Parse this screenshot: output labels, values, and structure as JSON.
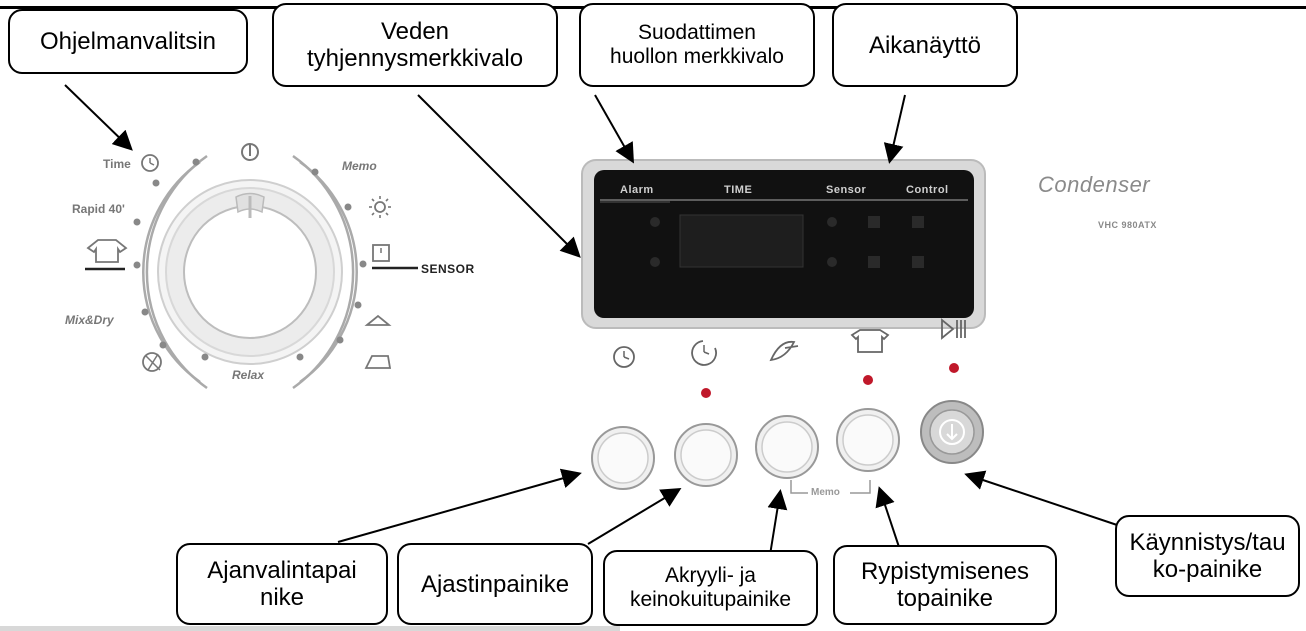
{
  "callouts": {
    "program_selector": "Ohjelmanvalitsin",
    "water_drain_light_1": "Veden",
    "water_drain_light_2": "tyhjennysmerkkivalo",
    "filter_service_light_1": "Suodattimen",
    "filter_service_light_2": "huollon merkkivalo",
    "time_display": "Aikanäyttö",
    "time_select_button_1": "Ajanvalintapai",
    "time_select_button_2": "nike",
    "timer_button": "Ajastinpainike",
    "acrylic_button_1": "Akryyli- ja",
    "acrylic_button_2": "keinokuitupainike",
    "anti_crease_button_1": "Rypistymisenes",
    "anti_crease_button_2": "topainike",
    "start_pause_button_1": "Käynnistys/tau",
    "start_pause_button_2": "ko-painike"
  },
  "dial": {
    "time": "Time",
    "rapid": "Rapid 40'",
    "mix_dry": "Mix&Dry",
    "relax": "Relax",
    "memo": "Memo",
    "sensor": "SENSOR"
  },
  "display": {
    "alarm": "Alarm",
    "time": "TIME",
    "sensor": "Sensor",
    "control": "Control"
  },
  "brand": {
    "name": "Condenser",
    "model": "VHC 980ATX"
  },
  "buttons": {
    "memo_label": "Memo"
  },
  "colors": {
    "indicator_led": "#c0182a",
    "display_bg": "#111111"
  }
}
